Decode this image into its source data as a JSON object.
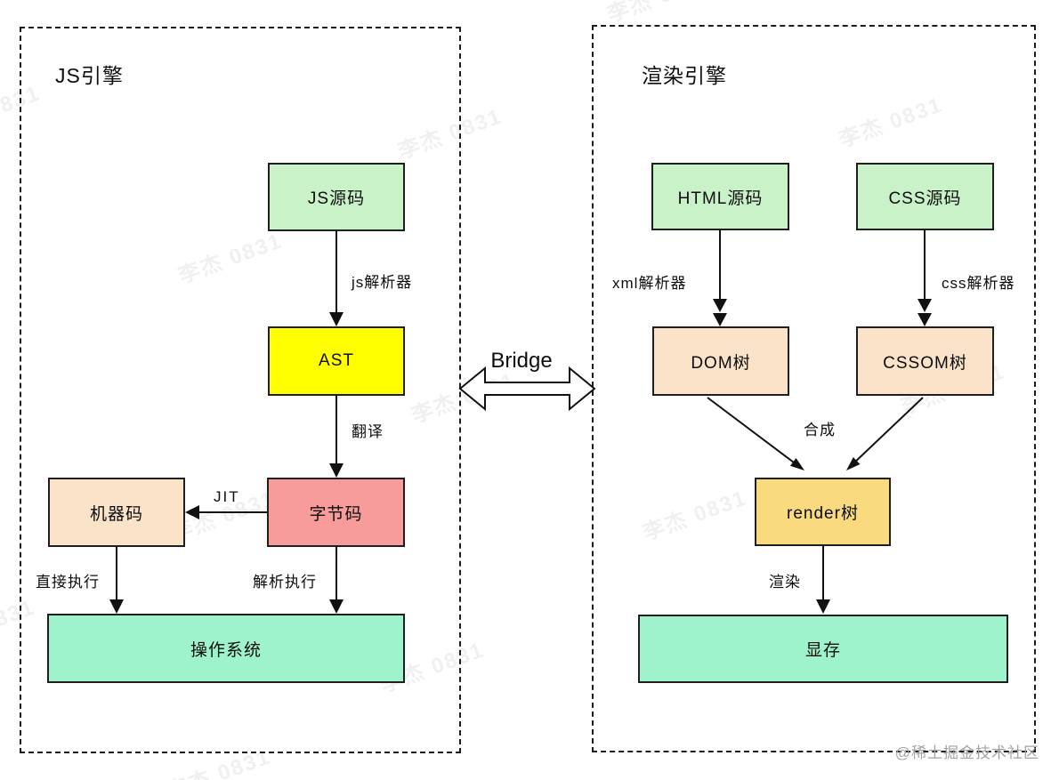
{
  "diagram": {
    "left_panel": {
      "title": "JS引擎",
      "nodes": {
        "js_source": {
          "label": "JS源码",
          "color": "#c9f2c9"
        },
        "ast": {
          "label": "AST",
          "color": "#ffff00"
        },
        "bytecode": {
          "label": "字节码",
          "color": "#f79b9b"
        },
        "machine_code": {
          "label": "机器码",
          "color": "#fae3c8"
        },
        "os": {
          "label": "操作系统",
          "color": "#9ef2cc"
        }
      },
      "edges": {
        "js_parser": "js解析器",
        "translate": "翻译",
        "jit": "JIT",
        "direct_exec": "直接执行",
        "interpret_exec": "解析执行"
      }
    },
    "bridge": {
      "label": "Bridge"
    },
    "right_panel": {
      "title": "渲染引擎",
      "nodes": {
        "html_source": {
          "label": "HTML源码",
          "color": "#c9f2c9"
        },
        "css_source": {
          "label": "CSS源码",
          "color": "#c9f2c9"
        },
        "dom_tree": {
          "label": "DOM树",
          "color": "#fae3c8"
        },
        "cssom_tree": {
          "label": "CSSOM树",
          "color": "#fae3c8"
        },
        "render_tree": {
          "label": "render树",
          "color": "#f9da7e"
        },
        "video_memory": {
          "label": "显存",
          "color": "#9ef2cc"
        }
      },
      "edges": {
        "xml_parser": "xml解析器",
        "css_parser": "css解析器",
        "compose": "合成",
        "render": "渲染"
      }
    },
    "watermark": {
      "text": "李杰 0831",
      "community": "@稀土掘金技术社区"
    },
    "colors": {
      "line": "#111111",
      "panel_border": "#1c1c1c",
      "watermark_gray": "#a3a3a3"
    }
  }
}
